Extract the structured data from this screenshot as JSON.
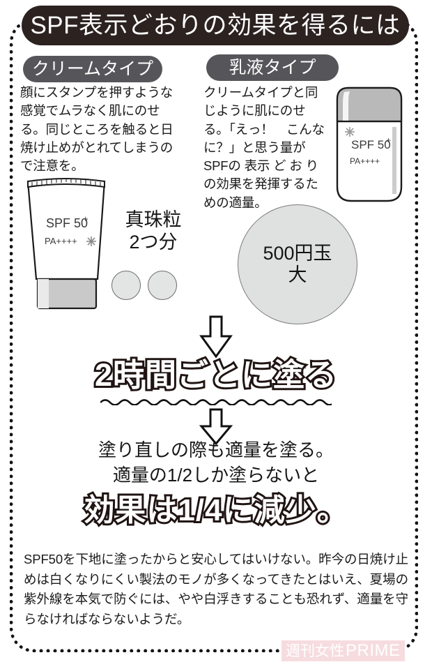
{
  "header": {
    "title": "SPF表示どおりの効果を得るには"
  },
  "columns": [
    {
      "pill_label": "クリームタイプ",
      "body": "顔にスタンプを押すような感覚でムラなく肌にのせる。同じところを触ると日焼け止めがとれてしまうので注意を。",
      "product_icon": "cream-tube-icon",
      "product_spf": "SPF 50",
      "product_spf_plus": "+",
      "product_pa": "PA++++",
      "amount_label_line1": "真珠粒",
      "amount_label_line2": "2つ分"
    },
    {
      "pill_label": "乳液タイプ",
      "body": "クリームタイプと同じように肌にのせる。「えっ！　こんなに？」と思う量がSPFの 表示 ど お り の効果を発揮するための適量。",
      "product_icon": "lotion-bottle-icon",
      "product_spf": "SPF 50",
      "product_spf_plus": "+",
      "product_pa": "PA++++",
      "amount_label_line1": "500円玉",
      "amount_label_line2": "大"
    }
  ],
  "flow": {
    "arrow_1_icon": "down-arrow-icon",
    "headline_reapply": "2時間ごとに塗る",
    "arrow_2_icon": "down-arrow-icon",
    "mid_statement_line1": "塗り直しの際も適量を塗る。",
    "mid_statement_line2": "適量の1/2しか塗らないと",
    "headline_reduction": "効果は1/4に減少。"
  },
  "footer": {
    "paragraph": "SPF50を下地に塗ったからと安心してはいけない。昨今の日焼け止めは白くなりにくい製法のモノが多くなってきたとはいえ、夏場の紫外線を本気で防ぐには、やや白浮きすることも恐れず、適量を守らなければならないようだ。",
    "brand_jp": "週刊女性",
    "brand_en": "PRIME"
  },
  "colors": {
    "header_pill": "#2c2220",
    "type_pill": "#56565a",
    "circle_fill": "#dfe1e0",
    "brand_badge": "#f6dcdf",
    "text": "#1a1a1a"
  }
}
